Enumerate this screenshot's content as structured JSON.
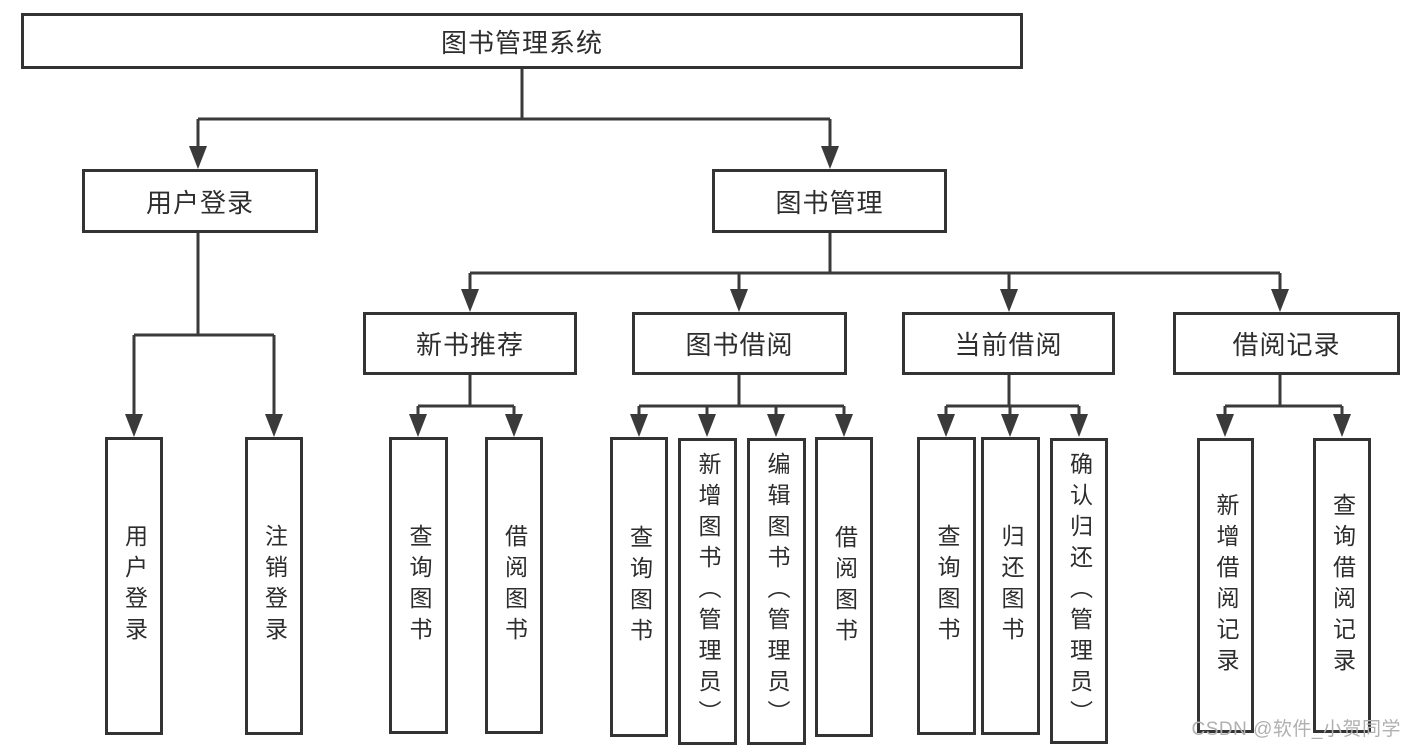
{
  "tree": {
    "root": {
      "label": "图书管理系统"
    },
    "branches": [
      {
        "label": "用户登录",
        "children": [
          {
            "label": "用户登录"
          },
          {
            "label": "注销登录"
          }
        ]
      },
      {
        "label": "图书管理",
        "children": [
          {
            "label": "新书推荐",
            "children": [
              {
                "label": "查询图书"
              },
              {
                "label": "借阅图书"
              }
            ]
          },
          {
            "label": "图书借阅",
            "children": [
              {
                "label": "查询图书"
              },
              {
                "label": "新增图书（管理员）"
              },
              {
                "label": "编辑图书（管理员）"
              },
              {
                "label": "借阅图书"
              }
            ]
          },
          {
            "label": "当前借阅",
            "children": [
              {
                "label": "查询图书"
              },
              {
                "label": "归还图书"
              },
              {
                "label": "确认归还（管理员）"
              }
            ]
          },
          {
            "label": "借阅记录",
            "children": [
              {
                "label": "新增借阅记录"
              },
              {
                "label": "查询借阅记录"
              }
            ]
          }
        ]
      }
    ]
  },
  "watermark": {
    "text": "CSDN @软件_小贺同学"
  },
  "colors": {
    "line": "#3a3a3a",
    "border": "#333333",
    "text": "#2d2d2d",
    "background": "#ffffff",
    "watermark": "#b0b0b0"
  }
}
